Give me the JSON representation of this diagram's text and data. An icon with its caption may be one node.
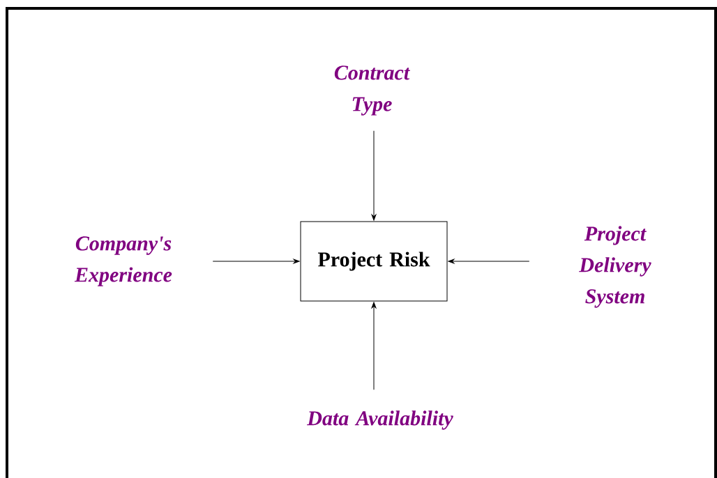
{
  "diagram": {
    "nodes": [
      {
        "text": [
          "Project Risk"
        ]
      },
      {
        "text": [
          "Contract Type"
        ]
      },
      {
        "text": [
          "Company's Experience"
        ]
      },
      {
        "text": [
          "Project Delivery System"
        ]
      },
      {
        "text": [
          "Data Availability"
        ]
      }
    ],
    "edges": [
      {
        "from": 1,
        "to": 0,
        "arrow": "to"
      },
      {
        "from": 2,
        "to": 0,
        "arrow": "to"
      },
      {
        "from": 3,
        "to": 0,
        "arrow": "to"
      },
      {
        "from": 4,
        "to": 0,
        "arrow": "to"
      }
    ]
  }
}
